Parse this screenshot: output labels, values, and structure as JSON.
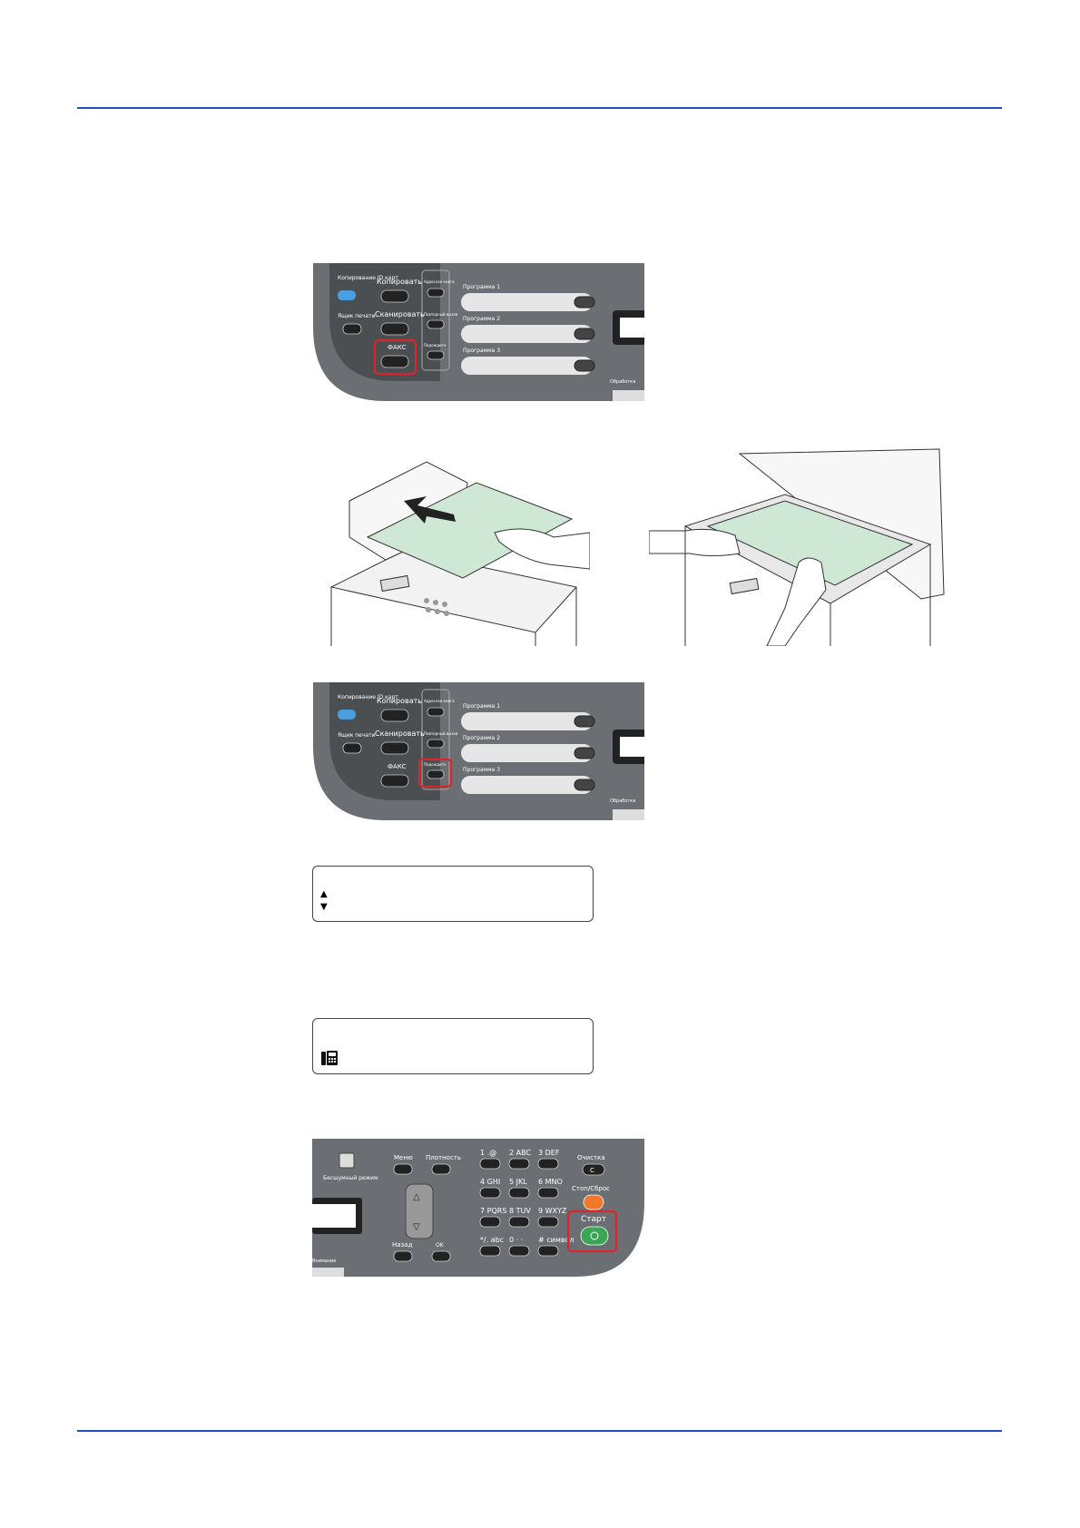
{
  "colors": {
    "rule": "#1f4fb8",
    "panel": "#6b6f73",
    "panel_dark": "#4c4f52",
    "highlight": "#d9252c",
    "start_green": "#3aa655",
    "stop_orange": "#f0782a",
    "paper": "#cfe8d5",
    "led_blue": "#4a9fe0"
  },
  "mode_panel": {
    "id_copy_label": "Копирование ID карт",
    "copy_label": "Копировать",
    "job_box_label": "Ящик печати",
    "scan_label": "Сканировать",
    "fax_label": "ФАКС",
    "address_book_label": "Адресная книга",
    "redial_label": "Повторный вызов",
    "on_hook_label": "Подождите",
    "program1_label": "Программа 1",
    "program2_label": "Программа 2",
    "program3_label": "Программа 3",
    "brand_fragment": "Обработка"
  },
  "lcd1": {
    "up_arrow": "▲",
    "down_arrow": "▼"
  },
  "lcd2": {
    "fax_icon": "fax-icon"
  },
  "control_panel": {
    "quiet_mode_label": "Бесшумный режим",
    "menu_label": "Меню",
    "density_label": "Плотность",
    "back_label": "Назад",
    "ok_label": "OK",
    "clear_label": "Очистка",
    "clear_key": "C",
    "stop_reset_label": "Стоп/Сброс",
    "start_label": "Старт",
    "keys": [
      {
        "num": "1",
        "sub": ".@"
      },
      {
        "num": "2",
        "sub": "ABC"
      },
      {
        "num": "3",
        "sub": "DEF"
      },
      {
        "num": "4",
        "sub": "GHI"
      },
      {
        "num": "5",
        "sub": "JKL"
      },
      {
        "num": "6",
        "sub": "MNO"
      },
      {
        "num": "7",
        "sub": "PQRS"
      },
      {
        "num": "8",
        "sub": "TUV"
      },
      {
        "num": "9",
        "sub": "WXYZ"
      },
      {
        "num": "*/.",
        "sub": "abc"
      },
      {
        "num": "0",
        "sub": "· ·"
      },
      {
        "num": "#",
        "sub": "символ"
      }
    ],
    "bottom_fragment": "Внимание"
  }
}
